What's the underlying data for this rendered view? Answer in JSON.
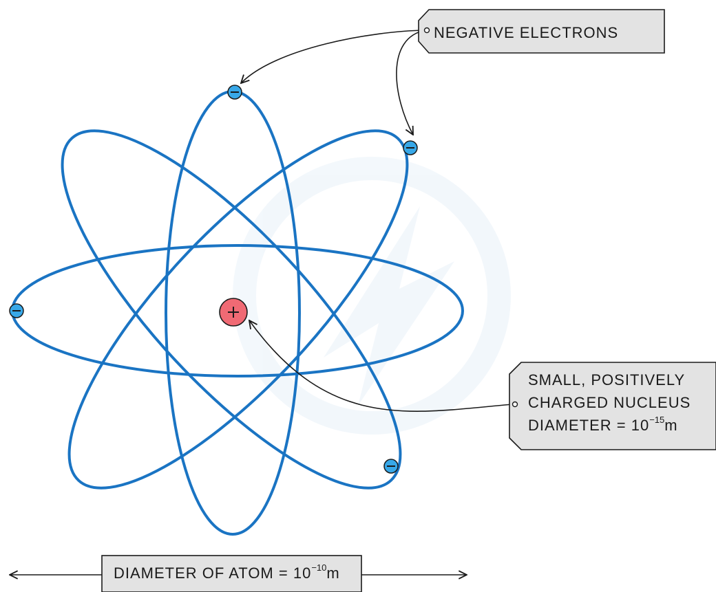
{
  "labels": {
    "electrons": "NEGATIVE   ELECTRONS",
    "nucleus_line1": "SMALL,  POSITIVELY",
    "nucleus_line2": "CHARGED   NUCLEUS",
    "nucleus_diameter_prefix": "DIAMETER = 10",
    "nucleus_diameter_exp": "−15",
    "nucleus_diameter_unit": "m",
    "atom_diameter_prefix": "DIAMETER  OF  ATOM = 10",
    "atom_diameter_exp": "−10",
    "atom_diameter_unit": "m"
  },
  "symbols": {
    "nucleus": "+",
    "electron": "−"
  },
  "colors": {
    "orbit": "#1a74c3",
    "electron_fill": "#38a8e8",
    "nucleus_fill": "#f06a74",
    "label_fill": "#e3e3e3",
    "stroke": "#1a1a1a"
  }
}
